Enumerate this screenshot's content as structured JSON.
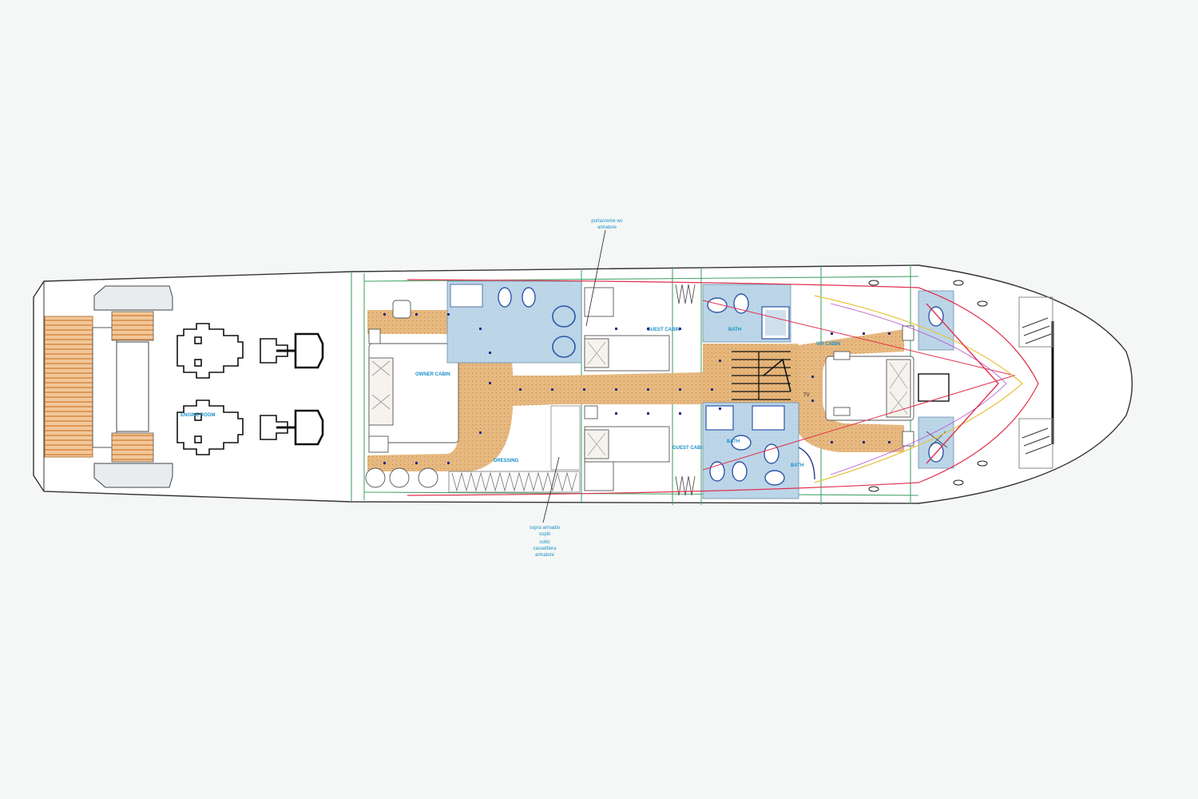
{
  "labels": {
    "owner_cabin": "OWNER CABIN",
    "dressing": "DRESSING",
    "guest_cabin_upper": "GUEST CABIN",
    "guest_cabin_lower": "GUEST CABIN",
    "bath_upper": "BATH",
    "bath_mid": "BATH",
    "bath_lower": "BATH",
    "vip_cabin": "VIP CABIN",
    "engine_room": "ENGINE ROOM",
    "tv": "TV"
  },
  "notes": {
    "top_line1": "portacreme wc",
    "top_line2": "armatore",
    "bottom_line1": "sopra armadio",
    "bottom_line2": "ospiti",
    "bottom_line3": "sotto",
    "bottom_line4": "cassettiera",
    "bottom_line5": "armatore"
  },
  "colors": {
    "floor": "#e2b277",
    "wet_area": "#b7d3e6",
    "hull_line": "#333333",
    "red_line": "#e0304e",
    "yellow_line": "#e8c23a",
    "green_line": "#49a56a",
    "label_blue": "#1a8fc8"
  }
}
